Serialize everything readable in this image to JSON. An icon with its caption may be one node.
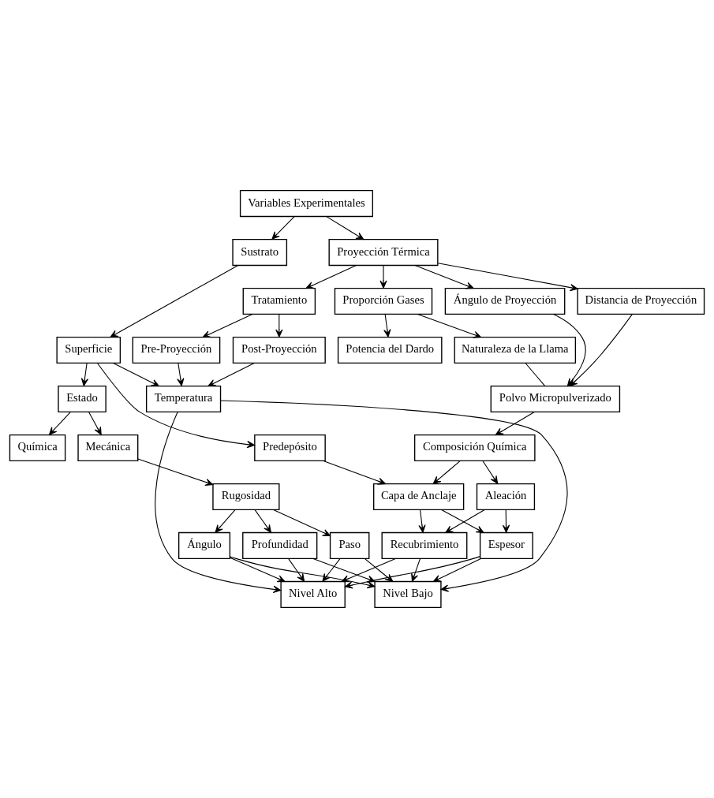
{
  "diagram": {
    "nodes": [
      {
        "text": [
          "Variables Experimentales"
        ]
      },
      {
        "text": [
          "Sustrato"
        ]
      },
      {
        "text": [
          "Proyección Térmica"
        ]
      },
      {
        "text": [
          "Superficie"
        ]
      },
      {
        "text": [
          "Tratamiento"
        ]
      },
      {
        "text": [
          "Proporción Gases"
        ]
      },
      {
        "text": [
          "Pre-Proyección"
        ]
      },
      {
        "text": [
          "Potencia del Dardo"
        ]
      },
      {
        "text": [
          "Estado"
        ]
      },
      {
        "text": [
          "Post-Proyección"
        ]
      },
      {
        "text": [
          "Naturaleza de la Llama"
        ]
      },
      {
        "text": [
          "Química"
        ]
      },
      {
        "text": [
          "Temperatura"
        ]
      },
      {
        "text": [
          "Mecánica"
        ]
      },
      {
        "text": [
          "Predepósito"
        ]
      },
      {
        "text": [
          "Distancia de Proyección"
        ]
      },
      {
        "text": [
          "Ángulo de Proyección"
        ]
      },
      {
        "text": [
          "Rugosidad"
        ]
      },
      {
        "text": [
          "Polvo Micropulverizado"
        ]
      },
      {
        "text": [
          "Paso"
        ]
      },
      {
        "text": [
          "Ángulo"
        ]
      },
      {
        "text": [
          "Composición Química"
        ]
      },
      {
        "text": [
          "Profundidad"
        ]
      },
      {
        "text": [
          "Capa de Anclaje"
        ]
      },
      {
        "text": [
          "Aleación"
        ]
      },
      {
        "text": [
          "Recubrimiento"
        ]
      },
      {
        "text": [
          "Espesor"
        ]
      },
      {
        "text": [
          "Nivel Bajo"
        ]
      },
      {
        "text": [
          "Nivel Alto"
        ]
      }
    ],
    "edges": [
      {
        "from": 0,
        "to": 1,
        "arrow": "to"
      },
      {
        "from": 0,
        "to": 2,
        "arrow": "to"
      },
      {
        "from": 1,
        "to": 3,
        "arrow": "to"
      },
      {
        "from": 2,
        "to": 4,
        "arrow": "to"
      },
      {
        "from": 2,
        "to": 5,
        "arrow": "to"
      },
      {
        "from": 2,
        "to": 15,
        "arrow": "to"
      },
      {
        "from": 2,
        "to": 16,
        "arrow": "to"
      },
      {
        "from": 4,
        "to": 6,
        "arrow": "to"
      },
      {
        "from": 4,
        "to": 9,
        "arrow": "to"
      },
      {
        "from": 5,
        "to": 7,
        "arrow": "to"
      },
      {
        "from": 5,
        "to": 10,
        "arrow": "to"
      },
      {
        "from": 3,
        "to": 8,
        "arrow": "to"
      },
      {
        "from": 3,
        "to": 12,
        "arrow": "to"
      },
      {
        "from": 3,
        "to": 14,
        "arrow": "to"
      },
      {
        "from": 8,
        "to": 11,
        "arrow": "to"
      },
      {
        "from": 8,
        "to": 13,
        "arrow": "to"
      },
      {
        "from": 6,
        "to": 12,
        "arrow": "to"
      },
      {
        "from": 9,
        "to": 12,
        "arrow": "to"
      },
      {
        "from": 13,
        "to": 17,
        "arrow": "to"
      },
      {
        "from": 17,
        "to": 19,
        "arrow": "to"
      },
      {
        "from": 17,
        "to": 20,
        "arrow": "to"
      },
      {
        "from": 17,
        "to": 22,
        "arrow": "to"
      },
      {
        "from": 10,
        "to": 18,
        "arrow": "none"
      },
      {
        "from": 15,
        "to": 18,
        "arrow": "to"
      },
      {
        "from": 16,
        "to": 18,
        "arrow": "to"
      },
      {
        "from": 18,
        "to": 21,
        "arrow": "to"
      },
      {
        "from": 14,
        "to": 23,
        "arrow": "to"
      },
      {
        "from": 21,
        "to": 23,
        "arrow": "to"
      },
      {
        "from": 21,
        "to": 24,
        "arrow": "to"
      },
      {
        "from": 23,
        "to": 25,
        "arrow": "to"
      },
      {
        "from": 23,
        "to": 26,
        "arrow": "to"
      },
      {
        "from": 24,
        "to": 25,
        "arrow": "to"
      },
      {
        "from": 24,
        "to": 26,
        "arrow": "to"
      },
      {
        "from": 19,
        "to": 27,
        "arrow": "to"
      },
      {
        "from": 19,
        "to": 28,
        "arrow": "to"
      },
      {
        "from": 20,
        "to": 27,
        "arrow": "to"
      },
      {
        "from": 20,
        "to": 28,
        "arrow": "to"
      },
      {
        "from": 22,
        "to": 27,
        "arrow": "to"
      },
      {
        "from": 22,
        "to": 28,
        "arrow": "to"
      },
      {
        "from": 12,
        "to": 27,
        "arrow": "to"
      },
      {
        "from": 12,
        "to": 28,
        "arrow": "to"
      },
      {
        "from": 25,
        "to": 27,
        "arrow": "to"
      },
      {
        "from": 25,
        "to": 28,
        "arrow": "to"
      },
      {
        "from": 26,
        "to": 27,
        "arrow": "to"
      },
      {
        "from": 26,
        "to": 28,
        "arrow": "to"
      }
    ]
  }
}
